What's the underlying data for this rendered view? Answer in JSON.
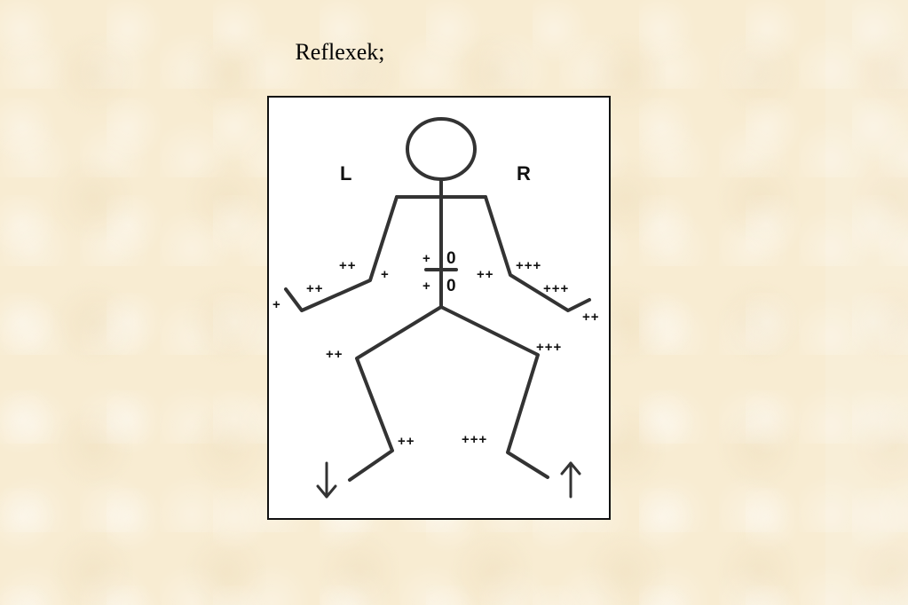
{
  "title": "Reflexek;",
  "side_labels": {
    "left": "L",
    "right": "R"
  },
  "reflex_grades": {
    "biceps_left": "++",
    "biceps_right": "+++",
    "brachioradialis_left": "+",
    "brachioradialis_right": "++",
    "triceps_left": "++",
    "triceps_right": "+++",
    "finger_left": "+",
    "finger_right": "++",
    "abdominal_upper_left": "+",
    "abdominal_upper_right": "0",
    "abdominal_lower_left": "+",
    "abdominal_lower_right": "0",
    "knee_left": "++",
    "knee_right": "+++",
    "ankle_left": "++",
    "ankle_right": "+++"
  },
  "plantar": {
    "left": "↓",
    "right": "↑"
  },
  "colors": {
    "background": "#f8ecd2",
    "stroke": "#333333",
    "panel": "#ffffff"
  }
}
